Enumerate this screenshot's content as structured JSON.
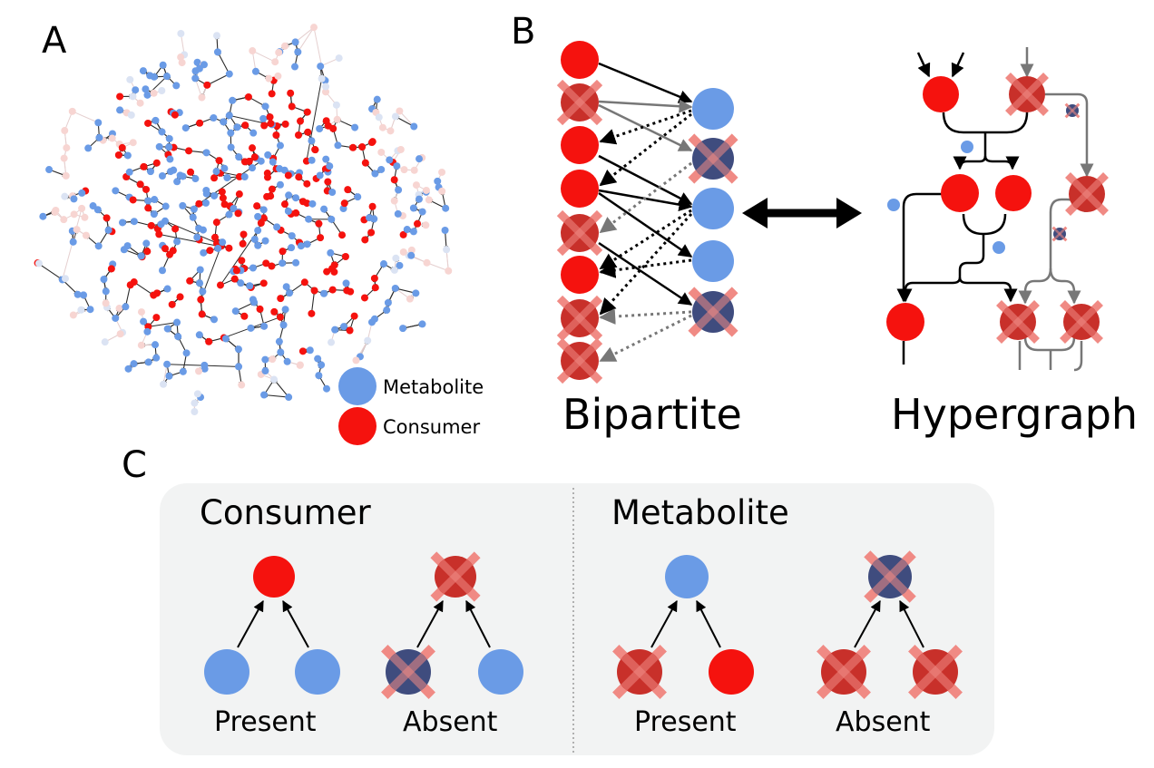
{
  "colors": {
    "metabolite": "#6a9be6",
    "consumer": "#f5120e",
    "absent_consumer": "#c8302a",
    "absent_metabolite": "#3f4c7e",
    "cross": "#f08a84",
    "panel_bg": "#f2f3f3",
    "faint_consumer": "#f7d5d2",
    "faint_metabolite": "#dbe3f3"
  },
  "panel_a": {
    "label": "A",
    "legend": [
      {
        "name": "Metabolite",
        "kind": "metabolite"
      },
      {
        "name": "Consumer",
        "kind": "consumer"
      }
    ]
  },
  "panel_b": {
    "label": "B",
    "bipartite_label": "Bipartite",
    "hypergraph_label": "Hypergraph"
  },
  "panel_c": {
    "label": "C",
    "consumer": {
      "title": "Consumer",
      "present_label": "Present",
      "absent_label": "Absent"
    },
    "metabolite": {
      "title": "Metabolite",
      "present_label": "Present",
      "absent_label": "Absent"
    }
  }
}
